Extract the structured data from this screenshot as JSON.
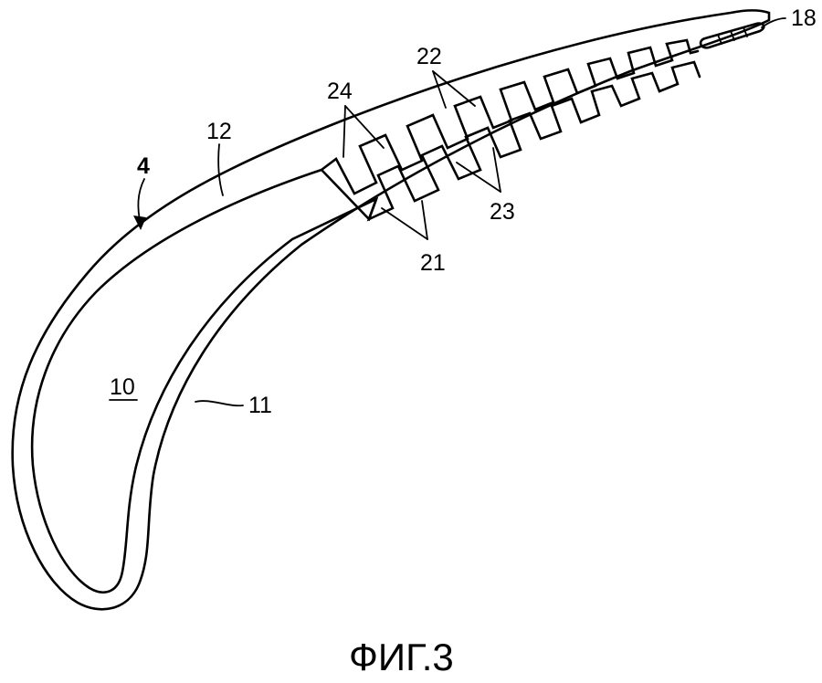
{
  "figure": {
    "caption": "ФИГ.3",
    "labels": {
      "blade": "4",
      "cavity": "10",
      "inner_wall": "11",
      "outer_wall": "12",
      "trailing_edge": "18",
      "ribs_lower": "21",
      "ribs_upper": "22",
      "channels_lower": "23",
      "channels_upper": "24"
    }
  }
}
